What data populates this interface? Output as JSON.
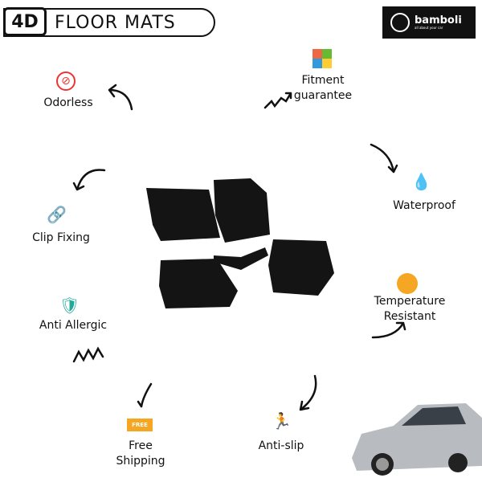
{
  "header": {
    "badge": "4D",
    "title": "FLOOR MATS"
  },
  "logo": {
    "brand": "bamboli",
    "tagline": "all about your car"
  },
  "features": [
    {
      "label": "Odorless",
      "icon": "no-smell-icon"
    },
    {
      "label": "Fitment guarantee",
      "icon": "puzzle-icon"
    },
    {
      "label": "Waterproof",
      "icon": "water-drop-icon"
    },
    {
      "label": "Clip Fixing",
      "icon": "chain-link-icon"
    },
    {
      "label": "Temperature Resistant",
      "icon": "thermometer-icon"
    },
    {
      "label": "Anti Allergic",
      "icon": "hands-shield-icon"
    },
    {
      "label": "Free Shipping",
      "icon": "delivery-truck-icon"
    },
    {
      "label": "Anti-slip",
      "icon": "slipping-person-icon"
    }
  ],
  "truck_text": "FREE",
  "colors": {
    "mat": "#141414",
    "car": "#b8bcc0"
  }
}
